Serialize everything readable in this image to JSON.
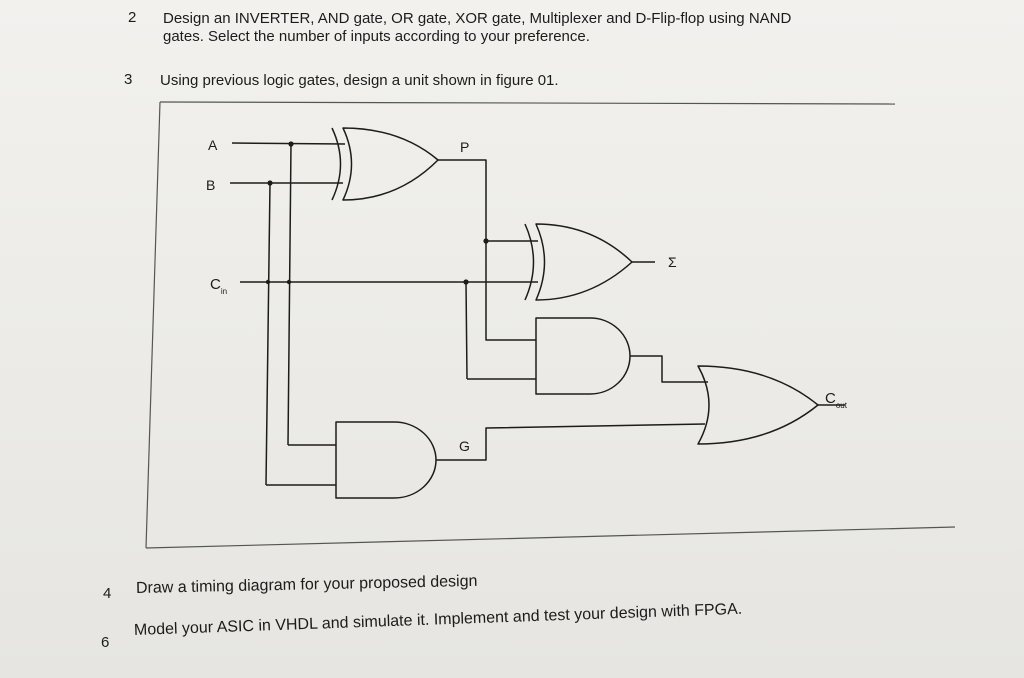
{
  "questions": {
    "q2": {
      "number": "2",
      "line1": "Design an INVERTER, AND gate, OR gate, XOR gate, Multiplexer and D-Flip-flop using NAND",
      "line2": "gates. Select the number of inputs according to your preference."
    },
    "q3": {
      "number": "3",
      "text": "Using previous logic gates, design a unit shown in figure 01."
    },
    "q4": {
      "number": "4",
      "text": "Draw a timing diagram for your proposed design"
    },
    "q6": {
      "number": "6",
      "text": "Model your ASIC in VHDL and simulate it. Implement and test your design with FPGA."
    }
  },
  "figure": {
    "labels": {
      "a": "A",
      "b": "B",
      "cin_main": "C",
      "cin_sub": "in",
      "p": "P",
      "sum": "Σ",
      "g": "G",
      "cout_main": "C",
      "cout_sub": "out"
    }
  }
}
